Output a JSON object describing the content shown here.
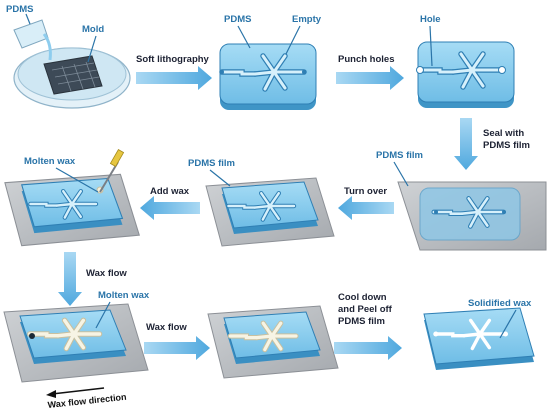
{
  "colors": {
    "pdms_top": "#8ed0ef",
    "pdms_side": "#4fa6d2",
    "pdms_edge": "#2f7fb4",
    "channel": "#d6f0fb",
    "wax": "#f4f0dc",
    "wax_edge": "#d9d2b3",
    "film": "#b9bcc0",
    "film_edge": "#8c9096",
    "flow_arrow": "#78c1ea",
    "label_blue": "#2a74a8",
    "label_dark": "#2a3550"
  },
  "steps": {
    "s1": {
      "label_pdms": "PDMS",
      "label_mold": "Mold"
    },
    "s2": {
      "label_pdms": "PDMS",
      "label_empty": "Empty"
    },
    "s3": {
      "label_hole": "Hole"
    },
    "s4": {
      "label_film": "PDMS film"
    },
    "s5": {
      "label_film": "PDMS film"
    },
    "s6": {
      "label_wax": "Molten wax"
    },
    "s7": {
      "label_wax": "Molten wax",
      "flow_direction": "Wax flow direction"
    },
    "s9": {
      "label_wax": "Solidified wax"
    }
  },
  "arrows": {
    "a1": "Soft lithography",
    "a2": "Punch holes",
    "a3_line1": "Seal with",
    "a3_line2": "PDMS film",
    "a4": "Turn over",
    "a5": "Add wax",
    "a6": "Wax flow",
    "a7": "Wax flow",
    "a8_line1": "Cool down",
    "a8_line2": "and Peel off",
    "a8_line3": "PDMS film"
  }
}
